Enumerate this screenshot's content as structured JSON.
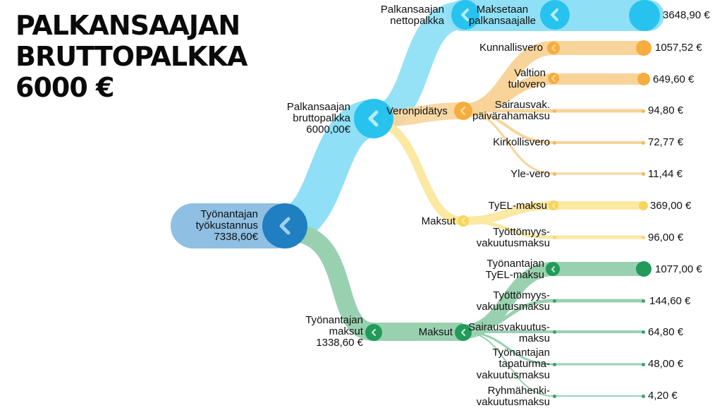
{
  "title": {
    "line1": "PALKANSAAJAN",
    "line2": "BRUTTOPALKKA",
    "line3": "6000 €"
  },
  "colors": {
    "blue_light": "#8fe0f6",
    "blue_node": "#27c3ee",
    "blue_dark_node": "#1f7fc1",
    "blue_root_pill": "#8fbfe3",
    "orange": "#f8d49a",
    "orange_node": "#f5ad3f",
    "yellow": "#fbe8a2",
    "yellow_node": "#f8d55a",
    "green": "#99d1b0",
    "green_node": "#219a5a"
  },
  "nodes": {
    "root": {
      "line1": "Työnantajan",
      "line2": "työkustannus",
      "line3": "7338,60€"
    },
    "gross": {
      "line1": "Palkansaajan",
      "line2": "bruttopalkka",
      "line3": "6000,00€"
    },
    "net": {
      "line1": "Palkansaajan",
      "line2": "nettopalkka"
    },
    "paid": {
      "line1": "Maksetaan",
      "line2": "palkansaajalle",
      "value": "3648,90 €"
    },
    "withholding": {
      "label": "Veronpidätys"
    },
    "employee_fees": {
      "label": "Maksut"
    },
    "employer_costs": {
      "line1": "Työnantajan",
      "line2": "maksut",
      "line3": "1338,60 €"
    },
    "employer_fees": {
      "label": "Maksut"
    }
  },
  "taxes": [
    {
      "line1": "Kunnallisvero",
      "line2": "",
      "value": "1057,52 €"
    },
    {
      "line1": "Valtion",
      "line2": "tulovero",
      "value": "649,60 €"
    },
    {
      "line1": "Sairausvak.",
      "line2": "päivärahamaksu",
      "value": "94,80 €"
    },
    {
      "line1": "Kirkollisvero",
      "line2": "",
      "value": "72,77 €"
    },
    {
      "line1": "Yle-vero",
      "line2": "",
      "value": "11,44 €"
    }
  ],
  "employee_payments": [
    {
      "line1": "TyEL-maksu",
      "line2": "",
      "value": "369,00 €"
    },
    {
      "line1": "Työttömyys-",
      "line2": "vakuutusmaksu",
      "value": "96,00 €"
    }
  ],
  "employer_payments": [
    {
      "line1": "Työnantajan",
      "line2": "TyEL-maksu",
      "line3": "",
      "value": "1077,00 €"
    },
    {
      "line1": "Työttömyys-",
      "line2": "vakuutusmaksu",
      "line3": "",
      "value": "144,60 €"
    },
    {
      "line1": "Sairausvakuutus-",
      "line2": "maksu",
      "line3": "",
      "value": "64,80 €"
    },
    {
      "line1": "Työnantajan",
      "line2": "tapaturma-",
      "line3": "vakuutusmaksu",
      "value": "48,00 €"
    },
    {
      "line1": "Ryhmähenki-",
      "line2": "vakuutusmaksu",
      "line3": "",
      "value": "4,20 €"
    }
  ],
  "icons": {
    "collapse": "chevron-left-icon"
  }
}
